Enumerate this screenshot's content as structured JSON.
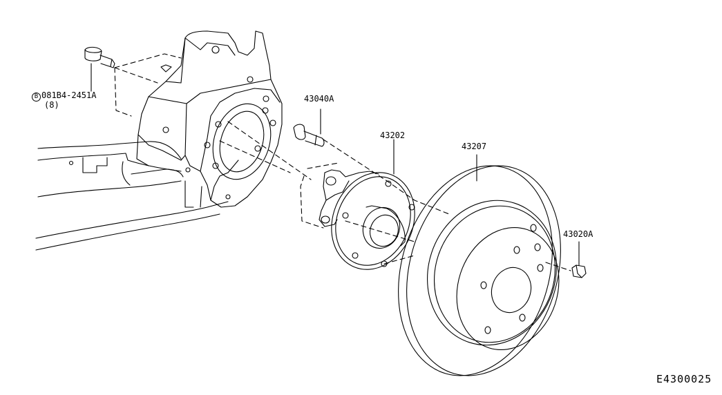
{
  "parts": {
    "bolt": {
      "prefix": "B",
      "number": "081B4-2451A",
      "qty": "(8)"
    },
    "stud": {
      "number": "43040A"
    },
    "hub": {
      "number": "43202"
    },
    "rotor": {
      "number": "43207"
    },
    "nut": {
      "number": "43020A"
    }
  },
  "diagram_code": "E4300025",
  "colors": {
    "line": "#000000",
    "background": "#ffffff"
  }
}
